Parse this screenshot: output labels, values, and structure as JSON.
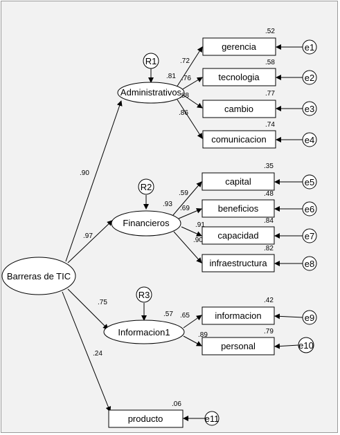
{
  "diagram": {
    "type": "structural-equation-model",
    "colors": {
      "background": "#f2f2f2",
      "stroke": "#000000",
      "fill": "#ffffff"
    },
    "nodes": {
      "barreras": "Barreras de TIC",
      "administrativos": "Administrativos",
      "financieros": "Financieros",
      "informacion1": "Informacion1",
      "producto": "producto",
      "gerencia": "gerencia",
      "tecnologia": "tecnologia",
      "cambio": "cambio",
      "comunicacion": "comunicacion",
      "capital": "capital",
      "beneficios": "beneficios",
      "capacidad": "capacidad",
      "infraestructura": "infraestructura",
      "informacion": "informacion",
      "personal": "personal",
      "r1": "R1",
      "r2": "R2",
      "r3": "R3",
      "e1": "e1",
      "e2": "e2",
      "e3": "e3",
      "e4": "e4",
      "e5": "e5",
      "e6": "e6",
      "e7": "e7",
      "e8": "e8",
      "e9": "e9",
      "e10": "e10",
      "e11": "e11"
    },
    "path_coefficients": {
      "barreras_administrativos": ".90",
      "barreras_financieros": ".97",
      "barreras_informacion1": ".75",
      "barreras_producto": ".24",
      "administrativos_gerencia": ".72",
      "administrativos_tecnologia": ".76",
      "administrativos_cambio": ".88",
      "administrativos_comunicacion": ".86",
      "financieros_capital": ".59",
      "financieros_beneficios": ".69",
      "financieros_capacidad": ".91",
      "financieros_infraestructura": ".90",
      "informacion1_informacion": ".65",
      "informacion1_personal": ".89"
    },
    "r_squared": {
      "administrativos": ".81",
      "financieros": ".93",
      "informacion1": ".57",
      "producto": ".06",
      "gerencia": ".52",
      "tecnologia": ".58",
      "cambio": ".77",
      "comunicacion": ".74",
      "capital": ".35",
      "beneficios": ".48",
      "capacidad": ".84",
      "infraestructura": ".82",
      "informacion": ".42",
      "personal": ".79"
    }
  }
}
